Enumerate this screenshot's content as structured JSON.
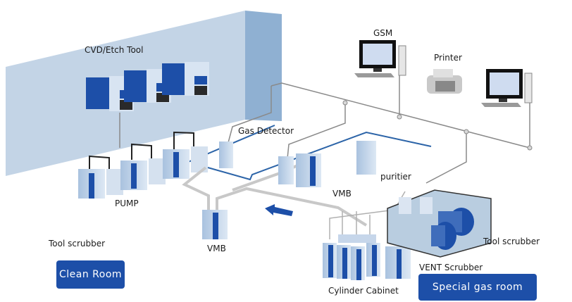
{
  "labels": {
    "cvd_etch_tool": "CVD/Etch Tool",
    "gsm": "GSM",
    "printer": "Printer",
    "gas_detector": "Gas Detector",
    "pump": "PUMP",
    "vmb_left": "VMB",
    "vmb_center": "VMB",
    "purifier": "puritier",
    "tool_scrubber_left": "Tool scrubber",
    "tool_scrubber_right": "Tool scrubber",
    "vent_scrubber": "VENT Scrubber",
    "cylinder_cabinet": "Cylinder Cabinet"
  },
  "rooms": {
    "clean_room": "Clean Room",
    "special_gas_room": "Special gas room"
  },
  "colors": {
    "wall": "#b9cde0",
    "wall_edge": "#8fb0d2",
    "equipment_dark": "#1d4fa8",
    "equipment_light": "#c9d9ec",
    "pipe_blue": "#2c64a8",
    "network_line": "#8a8a8a",
    "badge": "#1d4fa8"
  }
}
